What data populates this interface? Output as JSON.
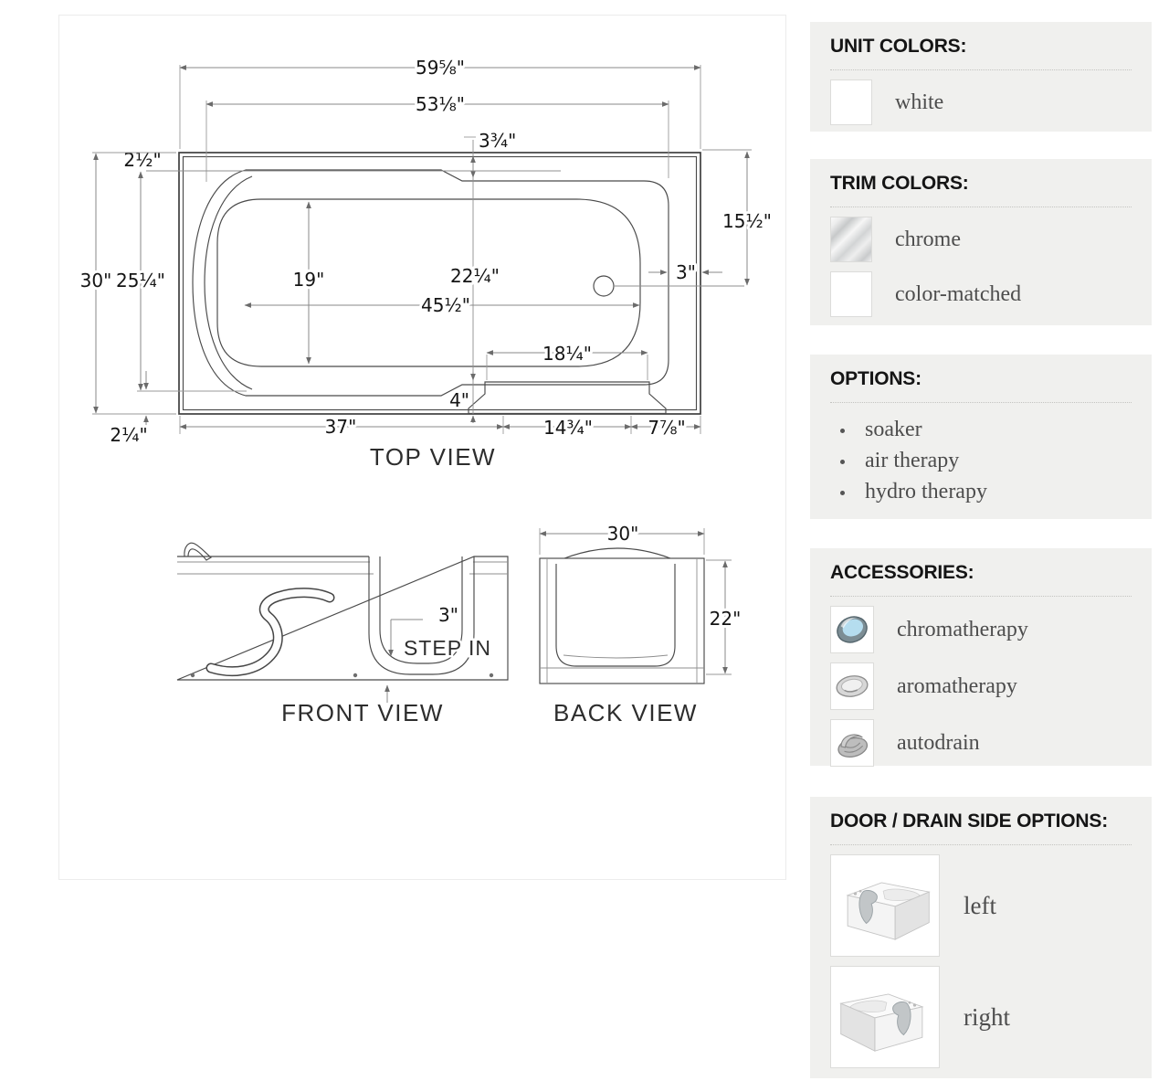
{
  "top_view": {
    "title": "TOP VIEW",
    "dim_overall_width": "59⅝\"",
    "dim_rim_width": "53⅛\"",
    "dim_3_3_4": "3¾\"",
    "dim_2_1_2": "2½\"",
    "dim_overall_depth": "30\"",
    "dim_inner_depth": "25¼\"",
    "dim_2_1_4": "2¼\"",
    "dim_19": "19\"",
    "dim_22_1_4": "22¼\"",
    "dim_45_1_2": "45½\"",
    "dim_15_1_2": "15½\"",
    "dim_3": "3\"",
    "dim_18_1_4": "18¼\"",
    "dim_4": "4\"",
    "dim_37": "37\"",
    "dim_14_3_4": "14¾\"",
    "dim_7_7_8": "7⅞\""
  },
  "front_view": {
    "title": "FRONT VIEW",
    "dim_step": "3\"",
    "step_label": "STEP IN"
  },
  "back_view": {
    "title": "BACK VIEW",
    "dim_width": "30\"",
    "dim_height": "22\""
  },
  "sidebar": {
    "unit_colors": {
      "title": "UNIT COLORS:",
      "items": [
        {
          "label": "white",
          "icon": "white-swatch"
        }
      ]
    },
    "trim_colors": {
      "title": "TRIM COLORS:",
      "items": [
        {
          "label": "chrome",
          "icon": "chrome-swatch"
        },
        {
          "label": "color-matched",
          "icon": "white-swatch"
        }
      ]
    },
    "options": {
      "title": "OPTIONS:",
      "items": [
        "soaker",
        "air therapy",
        "hydro therapy"
      ]
    },
    "accessories": {
      "title": "ACCESSORIES:",
      "items": [
        {
          "label": "chromatherapy",
          "icon": "chromatherapy-icon"
        },
        {
          "label": "aromatherapy",
          "icon": "aromatherapy-icon"
        },
        {
          "label": "autodrain",
          "icon": "autodrain-icon"
        }
      ]
    },
    "door_drain": {
      "title": "DOOR / DRAIN SIDE OPTIONS:",
      "items": [
        {
          "label": "left",
          "icon": "tub-door-left-thumbnail"
        },
        {
          "label": "right",
          "icon": "tub-door-right-thumbnail"
        }
      ]
    }
  },
  "colors": {
    "section_bg": "#f0f0ee",
    "drawing_line": "#3f3f3f",
    "dimension_line": "#8a8a8a",
    "serif_text": "#4d4d4d",
    "chromatherapy_blue": "#b5ddef"
  }
}
